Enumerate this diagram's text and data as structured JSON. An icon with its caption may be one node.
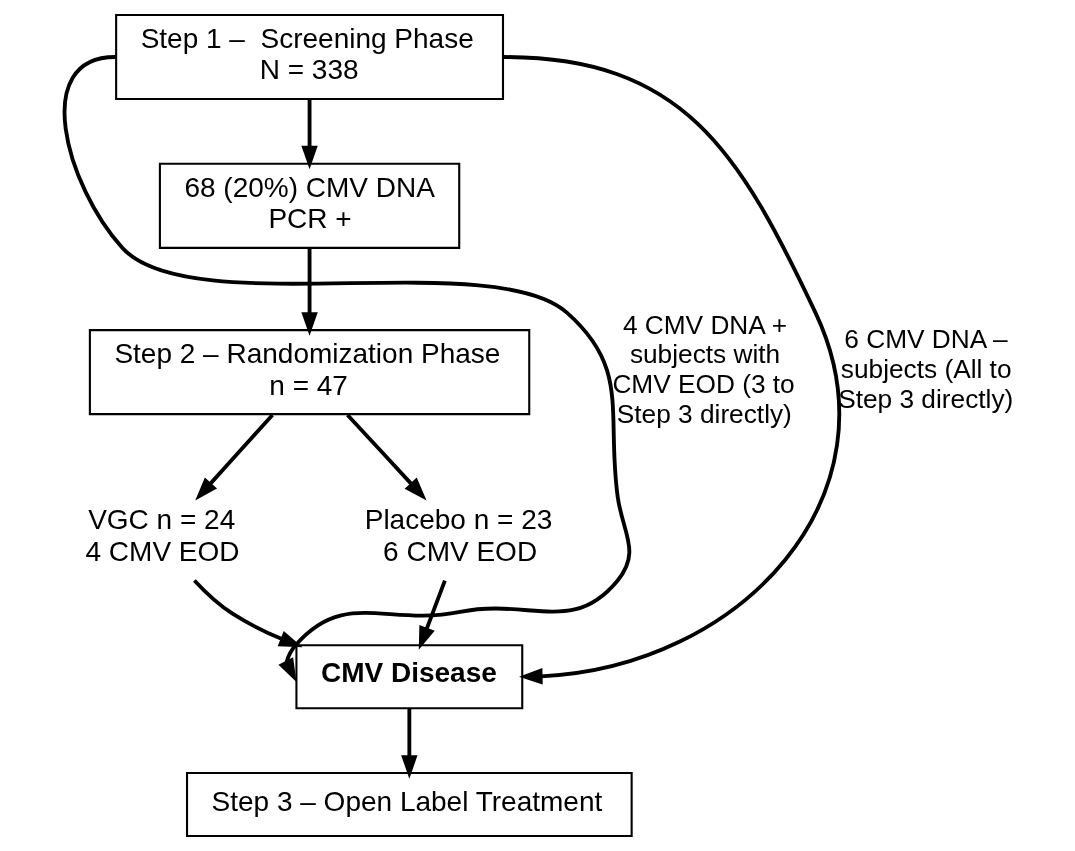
{
  "diagram": {
    "nodes": [
      {
        "text": [
          "Step 1 –  Screening Phase N = 338"
        ]
      },
      {
        "text": [
          "68 (20%) CMV DNA PCR +"
        ]
      },
      {
        "text": [
          "Step 2 – Randomization Phase n = 47"
        ]
      },
      {
        "text": [
          "VGC n = 24 4 CMV EOD"
        ]
      },
      {
        "text": [
          "Placebo n = 23 6 CMV EOD"
        ]
      },
      {
        "text": [
          "CMV Disease"
        ]
      },
      {
        "text": [
          "Step 3 – Open Label Treatment"
        ]
      }
    ],
    "edges": [
      {
        "from": 0,
        "to": 1,
        "arrow": "to"
      },
      {
        "from": 1,
        "to": 2,
        "arrow": "to"
      },
      {
        "from": 2,
        "to": 3,
        "arrow": "to"
      },
      {
        "from": 2,
        "to": 4,
        "arrow": "to"
      },
      {
        "from": 3,
        "to": 5,
        "arrow": "to"
      },
      {
        "from": 4,
        "to": 5,
        "arrow": "to"
      },
      {
        "from": 0,
        "to": 5,
        "arrow": "to",
        "label": "4 CMV DNA + subjects with CMV EOD (3 to Step 3 directly)"
      },
      {
        "from": 0,
        "to": 5,
        "arrow": "to",
        "label": "6 CMV DNA – subjects (All to Step 3 directly)"
      },
      {
        "from": 5,
        "to": 6,
        "arrow": "to"
      }
    ]
  }
}
